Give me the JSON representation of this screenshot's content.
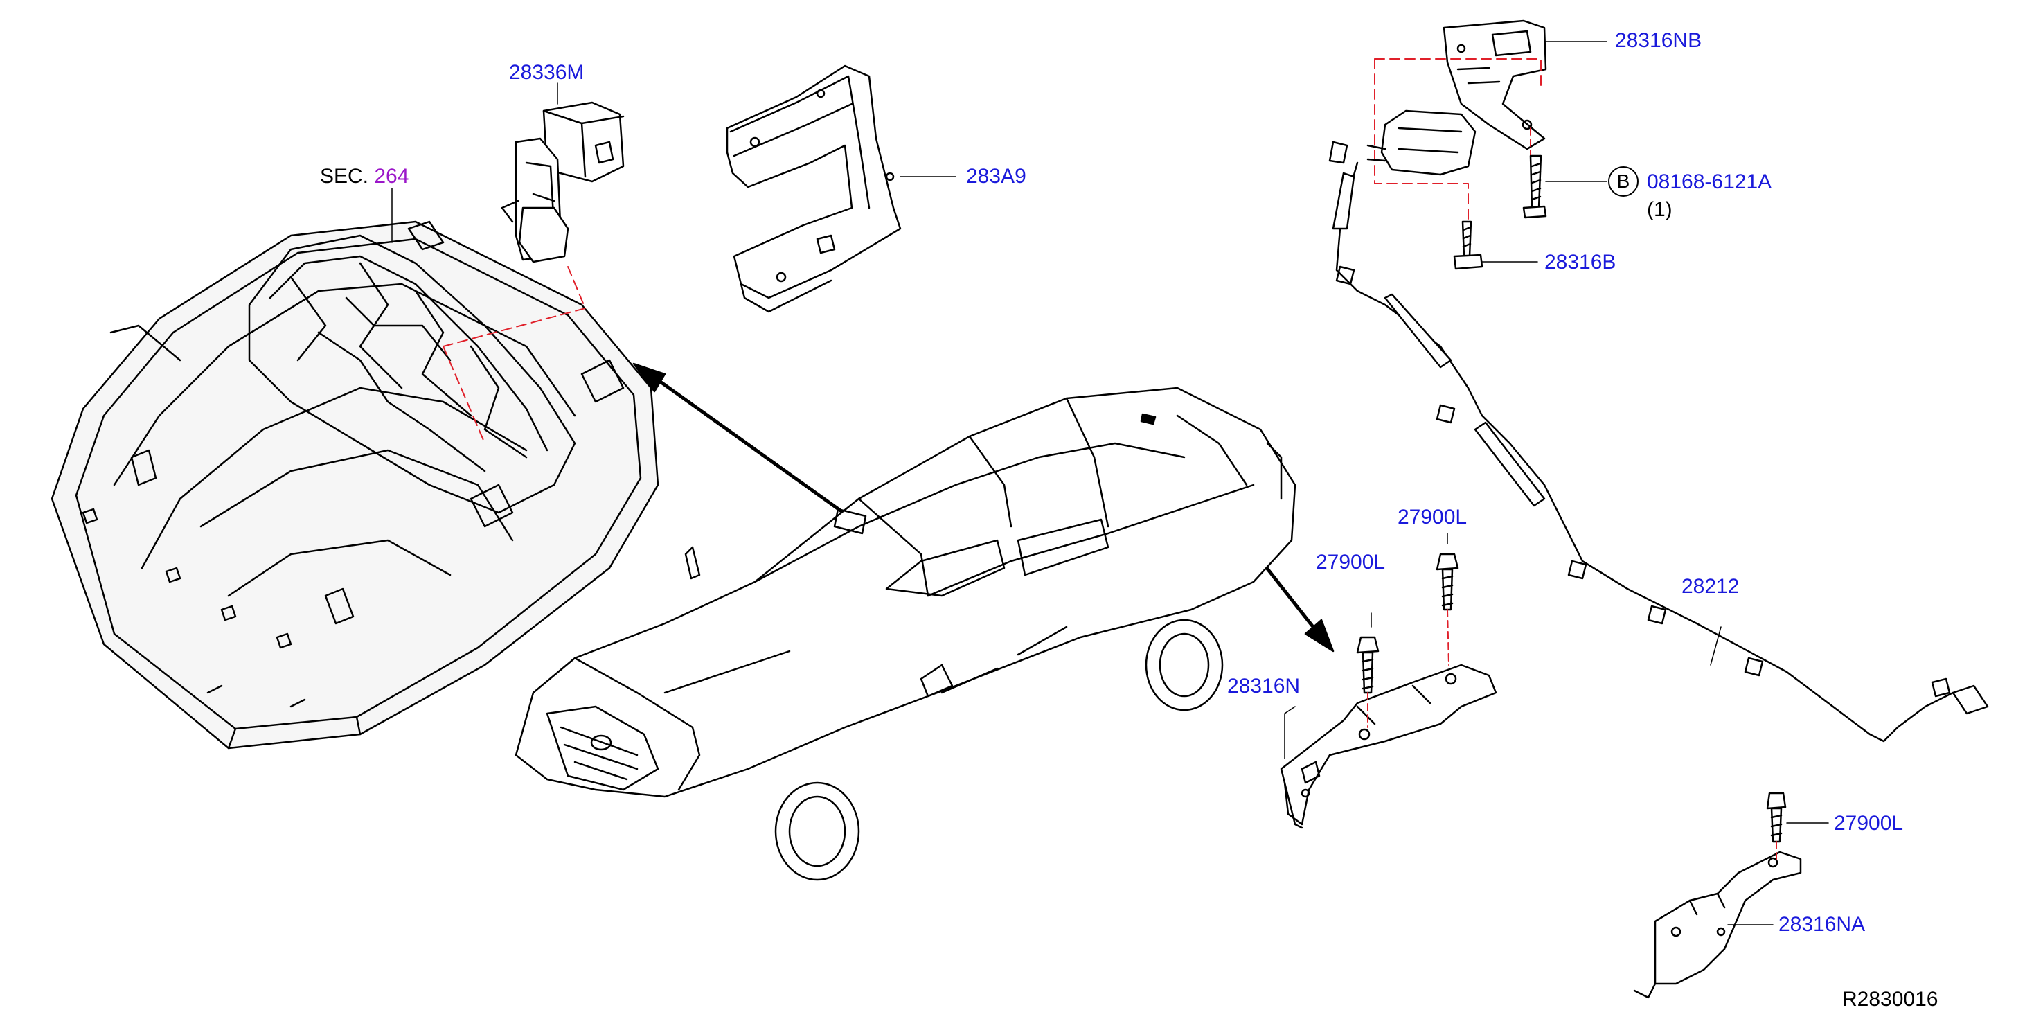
{
  "diagram": {
    "drawing_number": "R2830016",
    "section_ref": {
      "prefix": "SEC.",
      "number": "264"
    },
    "bolt_symbol": "B",
    "parts": {
      "module": "28336M",
      "bracket_top": "283A9",
      "bracket_nb": "28316NB",
      "bolt_b_part": "08168-6121A",
      "bolt_b_qty": "(1)",
      "screw": "28316B",
      "cable": "28212",
      "bolt_a": "27900L",
      "bolt_b": "27900L",
      "bolt_c": "27900L",
      "bracket_n": "28316N",
      "bracket_na": "28316NA"
    },
    "colors": {
      "label": "#1a1adb",
      "section_number": "#9b16c9",
      "line_art": "#000000",
      "dashed_guide": "#e0202a"
    }
  }
}
